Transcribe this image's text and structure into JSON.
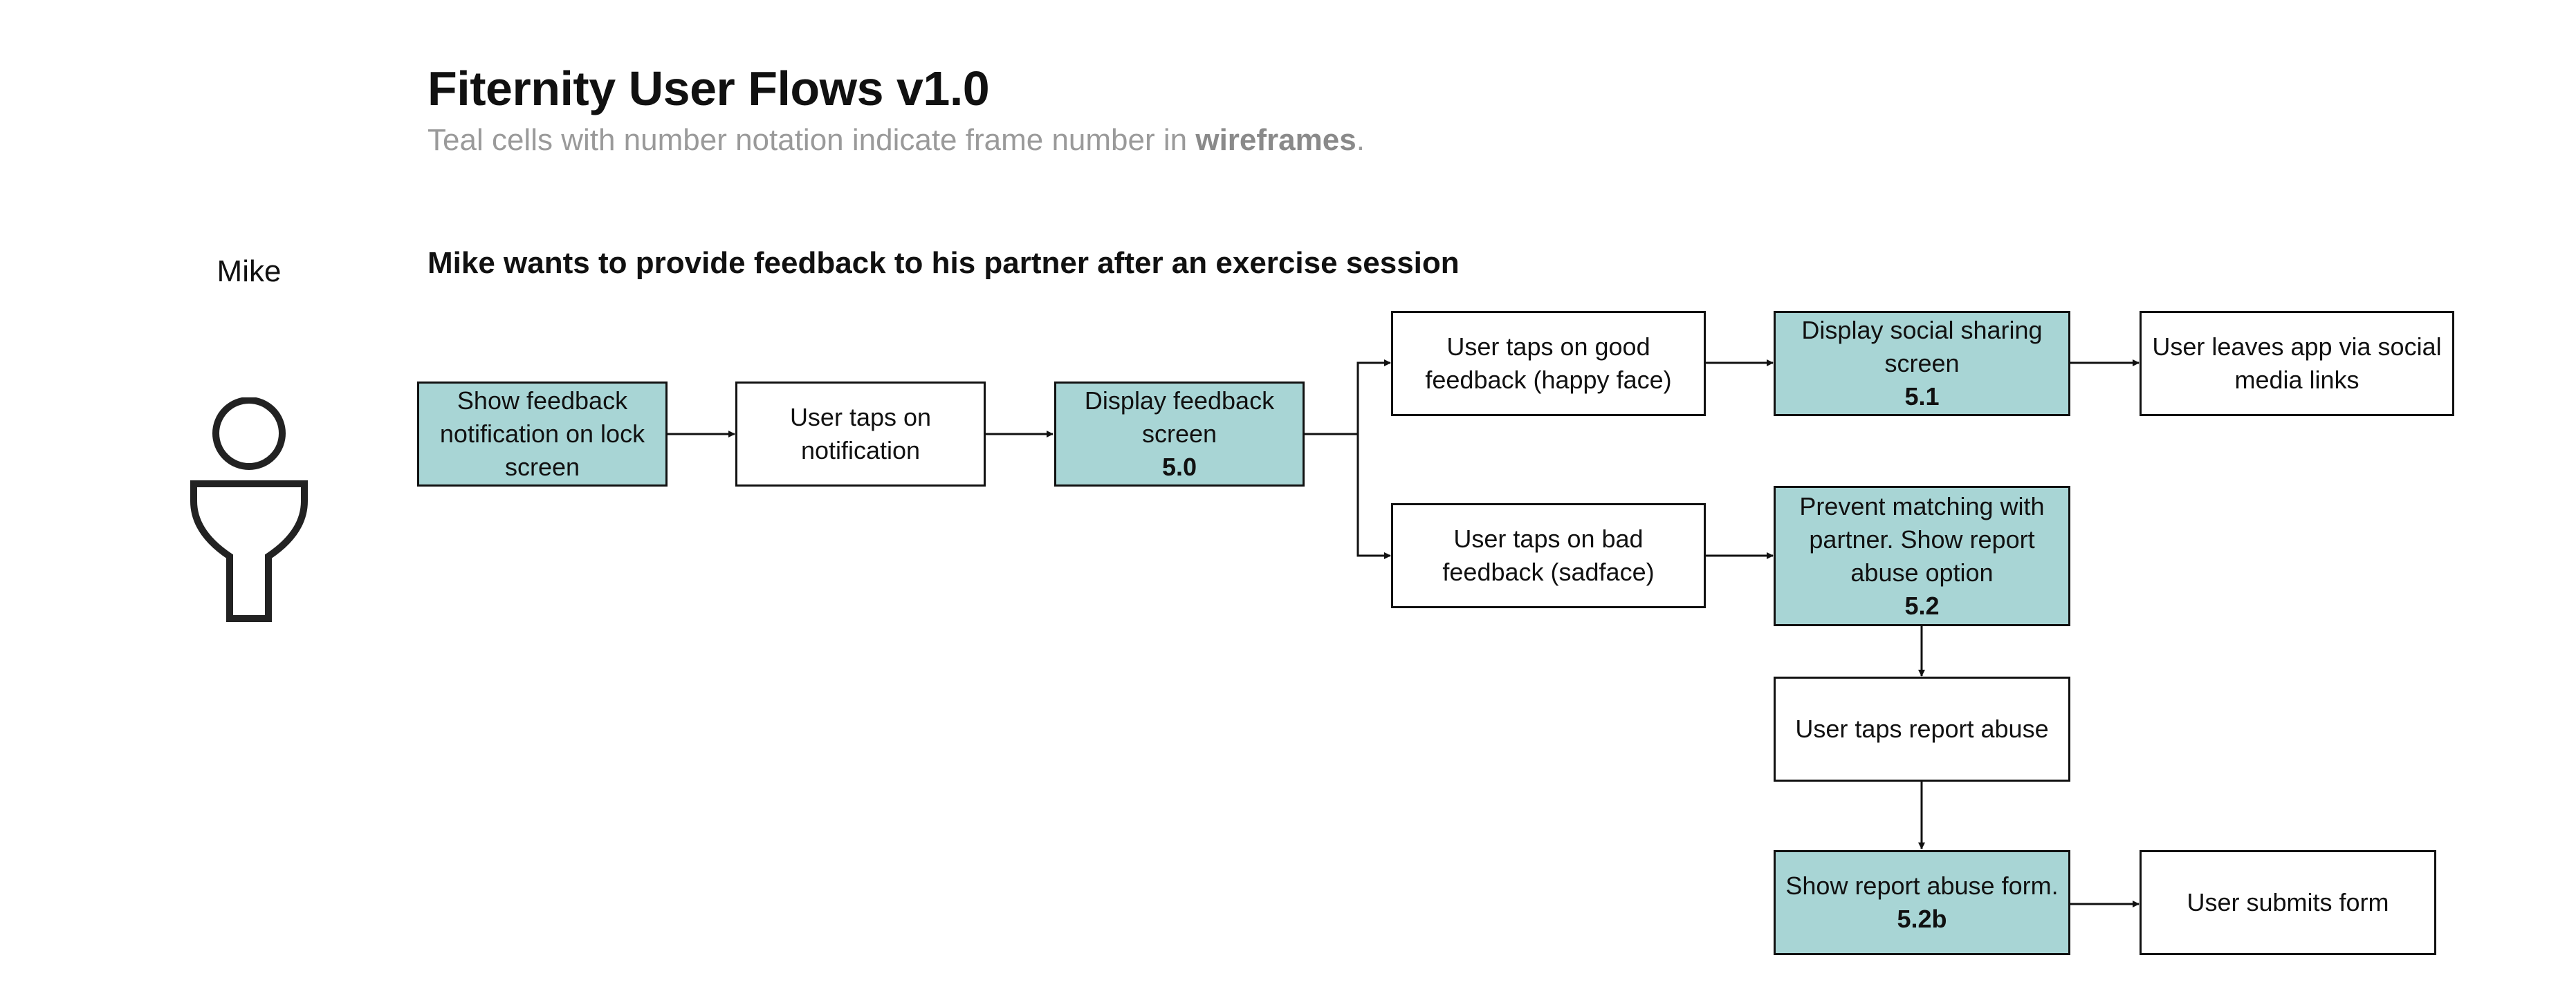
{
  "page": {
    "title": "Fiternity User Flows v1.0",
    "subtitle_prefix": "Teal cells with number notation indicate frame number in ",
    "subtitle_emphasis": "wireframes",
    "subtitle_suffix": "."
  },
  "actor": {
    "name": "Mike",
    "icon": "person-icon"
  },
  "flow": {
    "heading": "Mike wants to provide feedback to his partner after an exercise session",
    "nodes": {
      "show_notification": {
        "text": "Show feedback notification on lock screen",
        "frame": "",
        "teal": true
      },
      "tap_notification": {
        "text": "User taps on notification",
        "frame": "",
        "teal": false
      },
      "display_feedback": {
        "text": "Display feedback screen",
        "frame": "5.0",
        "teal": true
      },
      "tap_good": {
        "text": "User taps on good feedback (happy face)",
        "frame": "",
        "teal": false
      },
      "tap_bad": {
        "text": "User taps on bad feedback (sadface)",
        "frame": "",
        "teal": false
      },
      "social_sharing": {
        "text": "Display social sharing screen",
        "frame": "5.1",
        "teal": true
      },
      "leaves_app": {
        "text": "User leaves app via social media links",
        "frame": "",
        "teal": false
      },
      "prevent_matching": {
        "text": "Prevent matching with partner. Show report abuse option",
        "frame": "5.2",
        "teal": true
      },
      "tap_report": {
        "text": "User taps report abuse",
        "frame": "",
        "teal": false
      },
      "report_form": {
        "text": "Show report abuse form.",
        "frame": "5.2b",
        "teal": true
      },
      "submits_form": {
        "text": "User submits form",
        "frame": "",
        "teal": false
      }
    }
  },
  "colors": {
    "teal_cell": "#a8d5d5",
    "border": "#111111",
    "subtitle": "#9a9a9a"
  }
}
